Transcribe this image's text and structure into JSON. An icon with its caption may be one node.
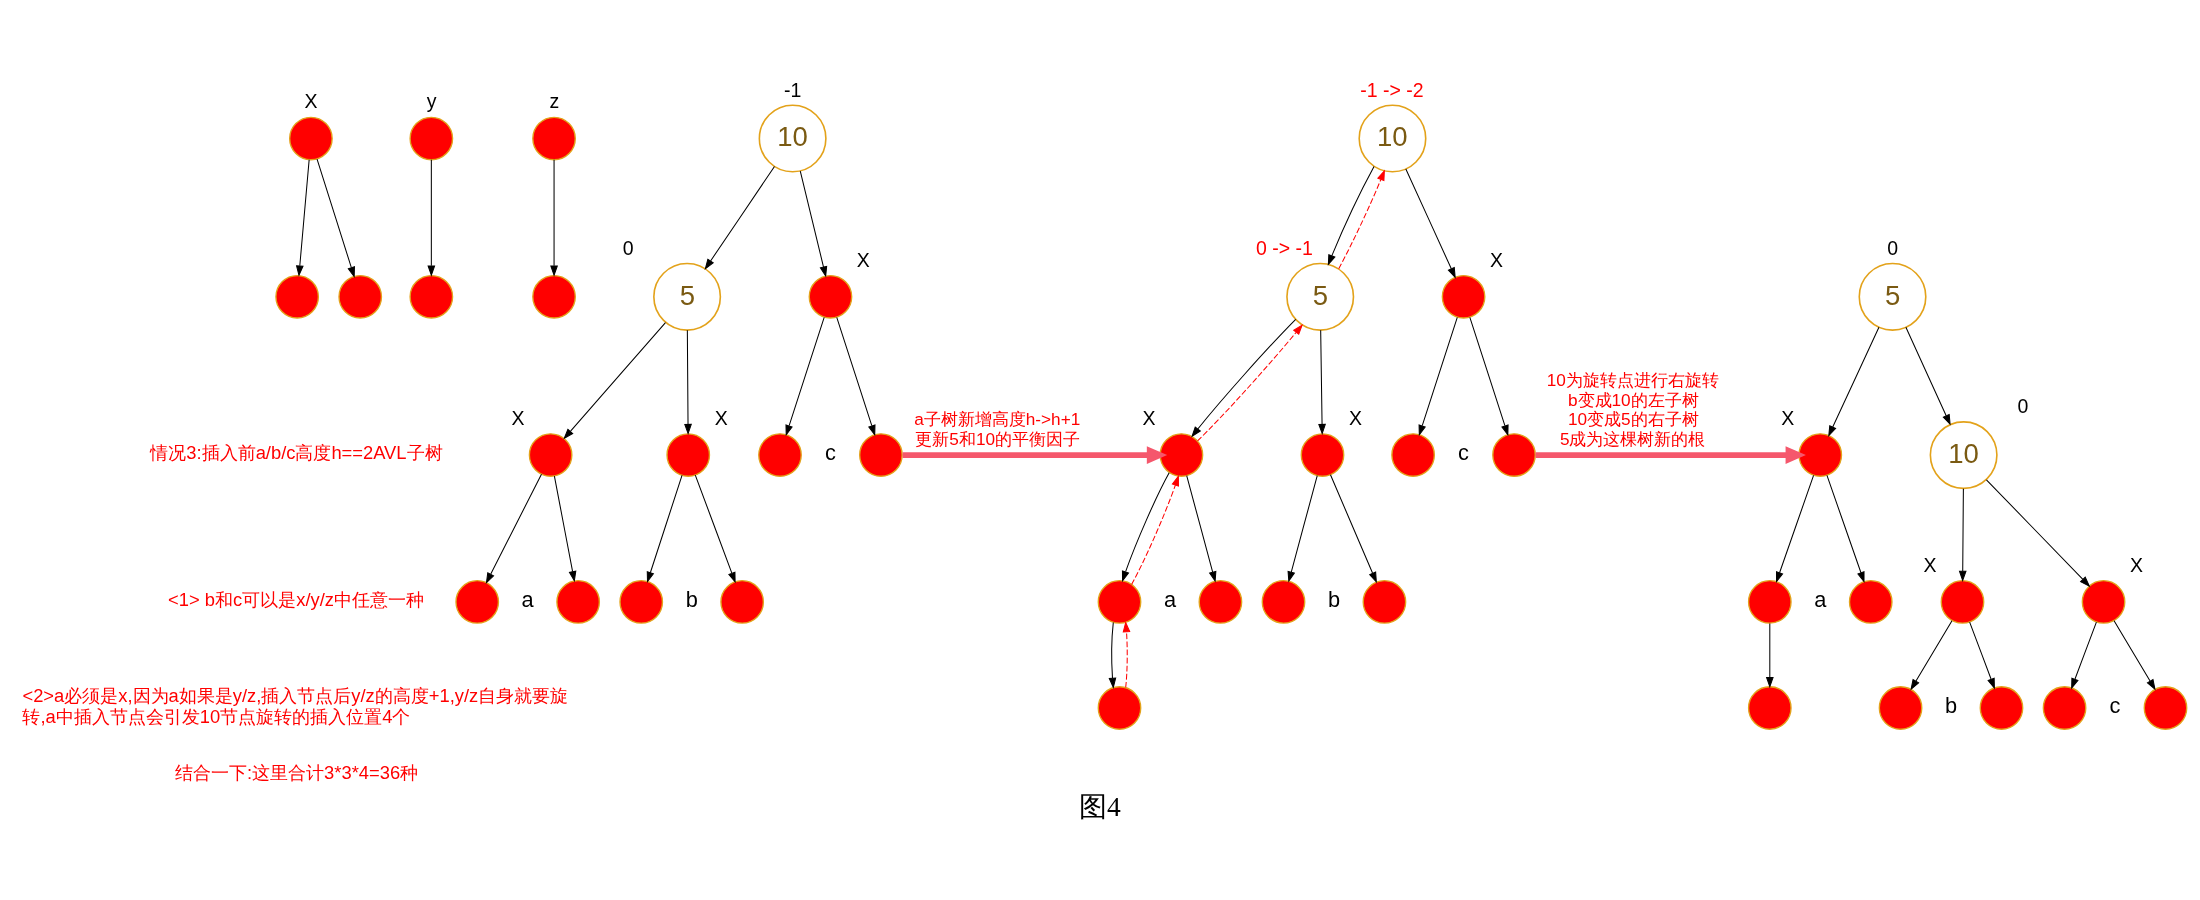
{
  "diagram": {
    "caption": "图4",
    "nodes": [
      {
        "text": [],
        "shape": "circle",
        "beside": [
          "X"
        ]
      },
      {
        "text": [],
        "shape": "circle"
      },
      {
        "text": [],
        "shape": "circle"
      },
      {
        "text": [],
        "shape": "circle",
        "beside": [
          "y"
        ]
      },
      {
        "text": [],
        "shape": "circle"
      },
      {
        "text": [],
        "shape": "circle",
        "beside": [
          "z"
        ]
      },
      {
        "text": [],
        "shape": "circle"
      },
      {
        "text": [
          "10"
        ],
        "beside": [
          "-1"
        ]
      },
      {
        "text": [
          "5"
        ],
        "beside": [
          "0"
        ]
      },
      {
        "text": [],
        "shape": "circle",
        "beside": [
          "X"
        ]
      },
      {
        "text": [],
        "shape": "circle",
        "beside": [
          "X"
        ]
      },
      {
        "text": [],
        "shape": "circle",
        "beside": [
          "X"
        ]
      },
      {
        "text": [],
        "shape": "circle"
      },
      {
        "text": [],
        "shape": "circle"
      },
      {
        "text": [],
        "shape": "circle"
      },
      {
        "text": [],
        "shape": "circle"
      },
      {
        "text": [],
        "shape": "circle"
      },
      {
        "text": [],
        "shape": "circle"
      },
      {
        "text": [
          "10"
        ],
        "beside": [
          "-1 -> -2"
        ]
      },
      {
        "text": [
          "5"
        ],
        "beside": [
          "0 -> -1"
        ]
      },
      {
        "text": [],
        "shape": "circle",
        "beside": [
          "X"
        ]
      },
      {
        "text": [],
        "shape": "circle",
        "beside": [
          "X"
        ]
      },
      {
        "text": [],
        "shape": "circle",
        "beside": [
          "X"
        ]
      },
      {
        "text": [],
        "shape": "circle"
      },
      {
        "text": [],
        "shape": "circle"
      },
      {
        "text": [],
        "shape": "circle"
      },
      {
        "text": [],
        "shape": "circle"
      },
      {
        "text": [],
        "shape": "circle"
      },
      {
        "text": [],
        "shape": "circle"
      },
      {
        "text": [],
        "shape": "circle"
      },
      {
        "text": [
          "5"
        ],
        "beside": [
          "0"
        ]
      },
      {
        "text": [
          "10"
        ],
        "beside": [
          "0"
        ]
      },
      {
        "text": [],
        "shape": "circle",
        "beside": [
          "X"
        ]
      },
      {
        "text": [],
        "shape": "circle",
        "beside": [
          "X"
        ]
      },
      {
        "text": [],
        "shape": "circle",
        "beside": [
          "X"
        ]
      },
      {
        "text": [],
        "shape": "circle"
      },
      {
        "text": [],
        "shape": "circle"
      },
      {
        "text": [],
        "shape": "circle"
      },
      {
        "text": [],
        "shape": "circle"
      },
      {
        "text": [],
        "shape": "circle"
      },
      {
        "text": [],
        "shape": "circle"
      },
      {
        "text": [],
        "shape": "circle"
      }
    ],
    "edges": [
      {
        "from": 0,
        "to": 1,
        "arrow": "to"
      },
      {
        "from": 0,
        "to": 2,
        "arrow": "to"
      },
      {
        "from": 3,
        "to": 4,
        "arrow": "to"
      },
      {
        "from": 5,
        "to": 6,
        "arrow": "to"
      },
      {
        "from": 7,
        "to": 8,
        "arrow": "to"
      },
      {
        "from": 7,
        "to": 9,
        "arrow": "to"
      },
      {
        "from": 8,
        "to": 10,
        "arrow": "to"
      },
      {
        "from": 8,
        "to": 11,
        "arrow": "to"
      },
      {
        "from": 9,
        "to": 12,
        "arrow": "to"
      },
      {
        "from": 9,
        "to": 13,
        "arrow": "to"
      },
      {
        "from": 10,
        "to": 14,
        "arrow": "to"
      },
      {
        "from": 10,
        "to": 15,
        "arrow": "to"
      },
      {
        "from": 11,
        "to": 16,
        "arrow": "to"
      },
      {
        "from": 11,
        "to": 17,
        "arrow": "to"
      },
      {
        "from": 13,
        "to": 21,
        "arrow": "to",
        "label": "a子树新增高度h->h+1更新5和10的平衡因子",
        "style": "thick",
        "color": "#f5576c"
      },
      {
        "from": 18,
        "to": 19,
        "arrow": "to"
      },
      {
        "from": 18,
        "to": 20,
        "arrow": "to"
      },
      {
        "from": 19,
        "to": 21,
        "arrow": "to"
      },
      {
        "from": 19,
        "to": 22,
        "arrow": "to"
      },
      {
        "from": 20,
        "to": 23,
        "arrow": "to"
      },
      {
        "from": 20,
        "to": 24,
        "arrow": "to"
      },
      {
        "from": 21,
        "to": 25,
        "arrow": "to"
      },
      {
        "from": 21,
        "to": 26,
        "arrow": "to"
      },
      {
        "from": 22,
        "to": 27,
        "arrow": "to"
      },
      {
        "from": 22,
        "to": 28,
        "arrow": "to"
      },
      {
        "from": 25,
        "to": 29,
        "arrow": "to"
      },
      {
        "from": 29,
        "to": 25,
        "arrow": "to",
        "style": "dashed",
        "color": "#ff0000"
      },
      {
        "from": 25,
        "to": 21,
        "arrow": "to",
        "style": "dashed",
        "color": "#ff0000"
      },
      {
        "from": 21,
        "to": 19,
        "arrow": "to",
        "style": "dashed",
        "color": "#ff0000"
      },
      {
        "from": 19,
        "to": 18,
        "arrow": "to",
        "style": "dashed",
        "color": "#ff0000"
      },
      {
        "from": 24,
        "to": 32,
        "arrow": "to",
        "label": "10为旋转点进行右旋转b变成10的左子树10变成5的右子树5成为这棵树新的根",
        "style": "thick",
        "color": "#f5576c"
      },
      {
        "from": 30,
        "to": 32,
        "arrow": "to"
      },
      {
        "from": 30,
        "to": 31,
        "arrow": "to"
      },
      {
        "from": 31,
        "to": 33,
        "arrow": "to"
      },
      {
        "from": 31,
        "to": 34,
        "arrow": "to"
      },
      {
        "from": 32,
        "to": 35,
        "arrow": "to"
      },
      {
        "from": 32,
        "to": 36,
        "arrow": "to"
      },
      {
        "from": 33,
        "to": 37,
        "arrow": "to"
      },
      {
        "from": 33,
        "to": 38,
        "arrow": "to"
      },
      {
        "from": 34,
        "to": 39,
        "arrow": "to"
      },
      {
        "from": 34,
        "to": 40,
        "arrow": "to"
      },
      {
        "from": 35,
        "to": 41,
        "arrow": "to"
      }
    ],
    "labels": [
      "情况3:插入前a/b/c高度h==2AVL子树",
      "<1> b和c可以是x/y/z中任意一种",
      "<2>a必须是x,因为a如果是y/z,插入节点后y/z的高度+1,y/z自身就要旋转,a中插入节点会引发10节点旋转的插入位置4个",
      "结合一下:这里合计3*3*4=36种",
      "a",
      "b",
      "c",
      "a",
      "b",
      "c",
      "a",
      "b",
      "c"
    ]
  }
}
